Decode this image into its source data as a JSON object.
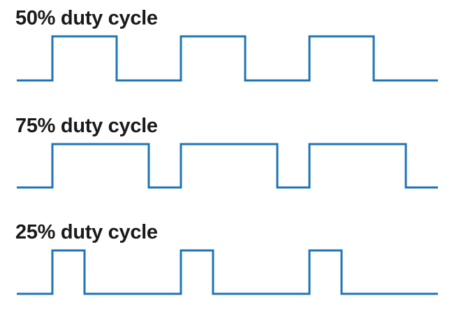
{
  "panels": [
    {
      "title": "50% duty cycle",
      "duty": 0.5
    },
    {
      "title": "75% duty cycle",
      "duty": 0.75
    },
    {
      "title": "25% duty cycle",
      "duty": 0.25
    }
  ],
  "pulses_per_panel": 3,
  "colors": {
    "waveform": "#1f75b5",
    "text": "#1a1a1a"
  }
}
